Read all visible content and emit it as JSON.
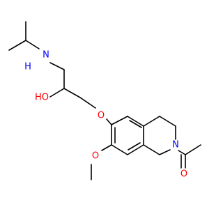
{
  "colors": {
    "background": "#ffffff",
    "bond": "#000000",
    "oxygen": "#ff0000",
    "nitrogen": "#0000ff"
  },
  "atoms": {
    "n_amine": "N",
    "h_amine": "H",
    "oh": "HO",
    "o_ether": "O",
    "o_methoxy": "O",
    "n_ring": "N",
    "o_carbonyl": "O"
  }
}
